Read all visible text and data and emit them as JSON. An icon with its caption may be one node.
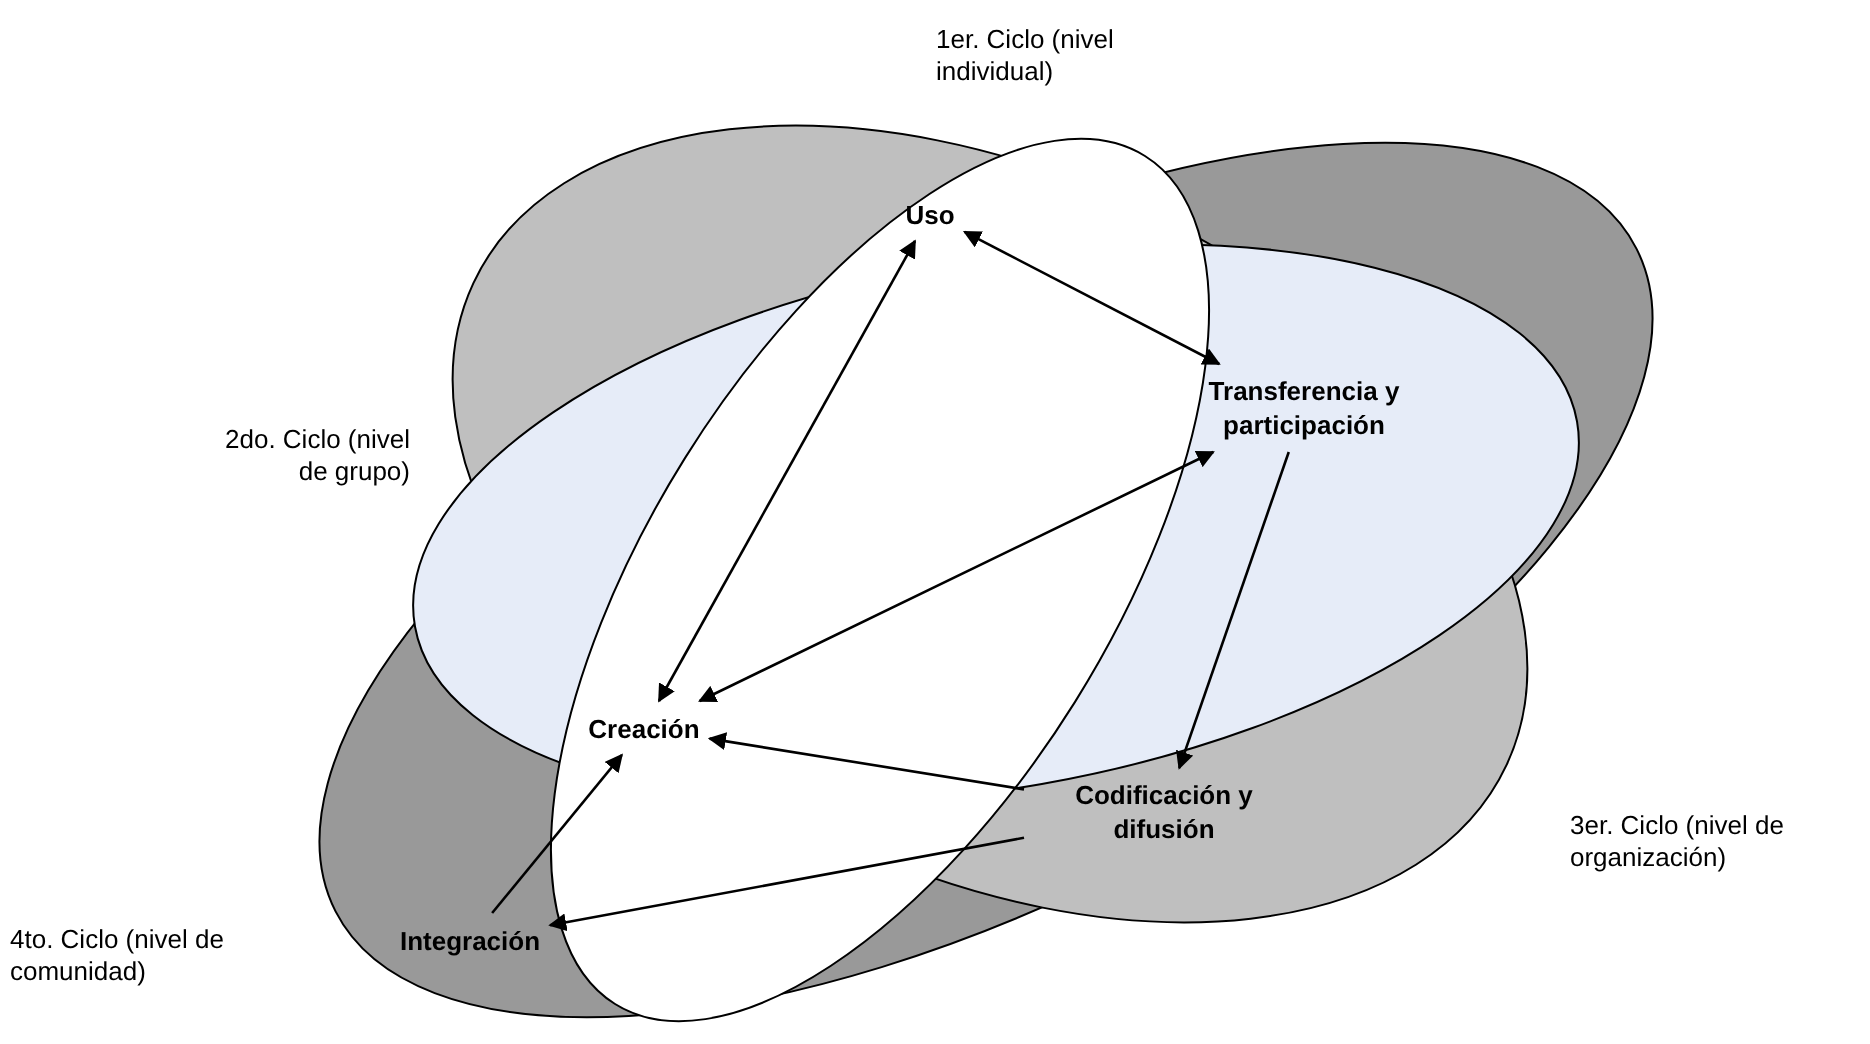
{
  "diagram": {
    "nodes": [
      {
        "text": [
          "Uso"
        ]
      },
      {
        "text": [
          "Transferencia y participación"
        ]
      },
      {
        "text": [
          "Creación"
        ]
      },
      {
        "text": [
          "Codificación y difusión"
        ]
      },
      {
        "text": [
          "Integración"
        ]
      }
    ],
    "edges": [
      {
        "from": 0,
        "to": 1,
        "arrow": "both"
      },
      {
        "from": 0,
        "to": 2,
        "arrow": "both"
      },
      {
        "from": 2,
        "to": 1,
        "arrow": "both"
      },
      {
        "from": 1,
        "to": 3,
        "arrow": "to"
      },
      {
        "from": 3,
        "to": 2,
        "arrow": "to"
      },
      {
        "from": 3,
        "to": 4,
        "arrow": "to"
      },
      {
        "from": 4,
        "to": 2,
        "arrow": "to"
      }
    ],
    "labels": [
      "1er. Ciclo (nivel individual)",
      "2do. Ciclo (nivel de grupo)",
      "3er. Ciclo (nivel de organización)",
      "4to. Ciclo (nivel de comunidad)"
    ]
  }
}
